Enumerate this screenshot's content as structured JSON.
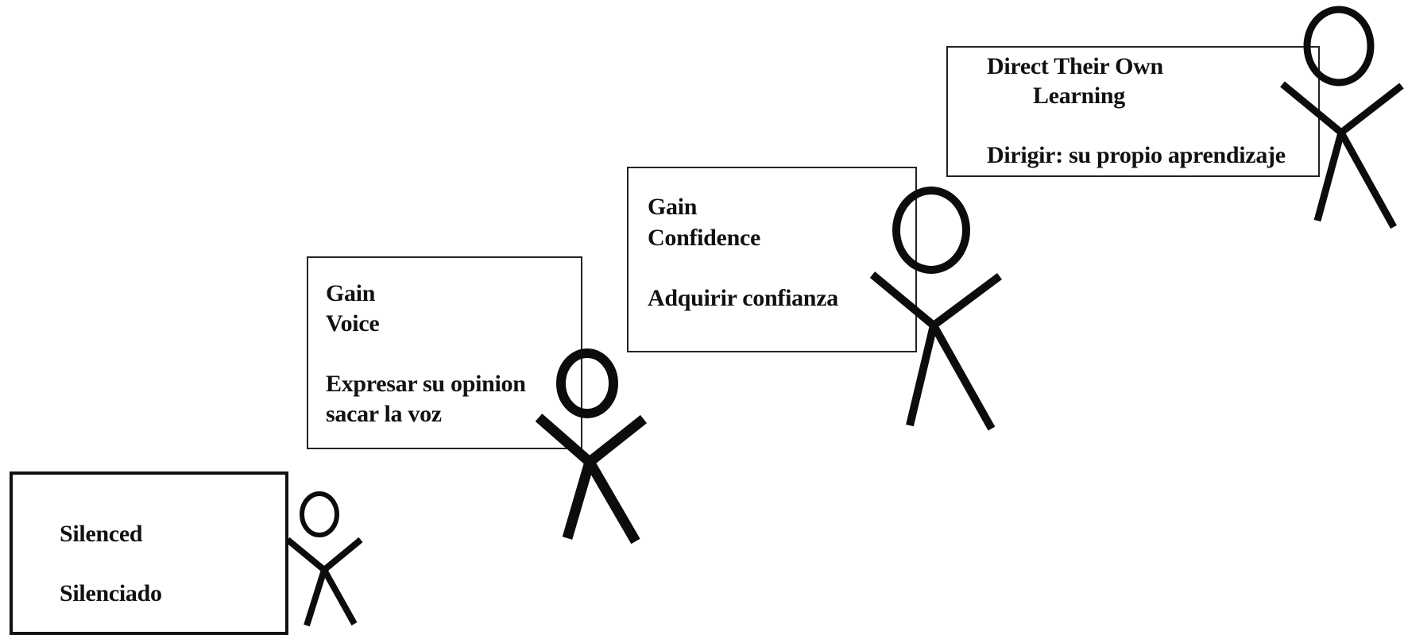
{
  "stages": [
    {
      "lines": [
        "Silenced",
        "Silenciado"
      ]
    },
    {
      "lines": [
        "Gain",
        "Voice",
        "Expresar su opinion",
        "sacar la voz"
      ]
    },
    {
      "lines": [
        "Gain",
        "Confidence",
        "Adquirir confianza"
      ]
    },
    {
      "lines": [
        "Direct Their Own",
        "Learning",
        "Dirigir: su propio aprendizaje"
      ]
    }
  ],
  "figure_icon": "stick-figure-icon",
  "colors": {
    "ink": "#111111",
    "background": "#ffffff"
  }
}
